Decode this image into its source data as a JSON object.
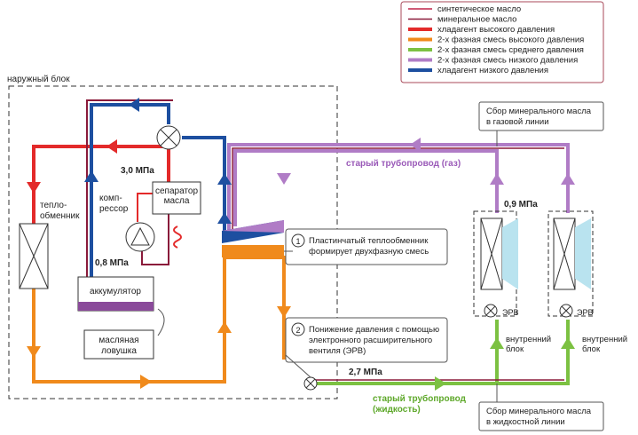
{
  "legend": {
    "items": [
      {
        "label": "синтетическое масло",
        "color": "#c0254a"
      },
      {
        "label": "минеральное масло",
        "color": "#8a1a3a"
      },
      {
        "label": "хладагент высокого давления",
        "color": "#e32a2a"
      },
      {
        "label": "2-х фазная смесь высокого давления",
        "color": "#f08a1c"
      },
      {
        "label": "2-х фазная смесь среднего давления",
        "color": "#7cc142"
      },
      {
        "label": "2-х фазная смесь низкого давления",
        "color": "#b07cc6"
      },
      {
        "label": "хладагент низкого давления",
        "color": "#1d4fa0"
      }
    ]
  },
  "outdoor_unit": {
    "label": "наружный блок"
  },
  "components": {
    "heat_exchanger": "тепло-\nобменник",
    "separator": "сепаратор\nмасла",
    "compressor": "комп-\nрессор",
    "accumulator": "аккумулятор",
    "oil_trap": "масляная\nловушка",
    "indoor_unit_1": "внутренний\nблок",
    "indoor_unit_2": "внутренний\nблок",
    "erv_1": "ЭРВ",
    "erv_2": "ЭРВ"
  },
  "pressures": {
    "p_high": "3,0 МПа",
    "p_low": "0,8 МПа",
    "p_indoor": "0,9 МПа",
    "p_liquid": "2,7 МПа"
  },
  "pipes": {
    "gas": "старый трубопровод (газ)",
    "liquid": "старый трубопровод\n(жидкость)"
  },
  "notes": {
    "gas_collect": "Сбор минерального масла\nв газовой линии",
    "liquid_collect": "Сбор минерального масла\nв жидкостной линии",
    "step1_num": "1",
    "step1_text": "Пластинчатый теплообменник\nформирует двухфазную смесь",
    "step2_num": "2",
    "step2_text": "Понижение давления с помощью\nэлектронного расширительного\nвентиля (ЭРВ)"
  }
}
